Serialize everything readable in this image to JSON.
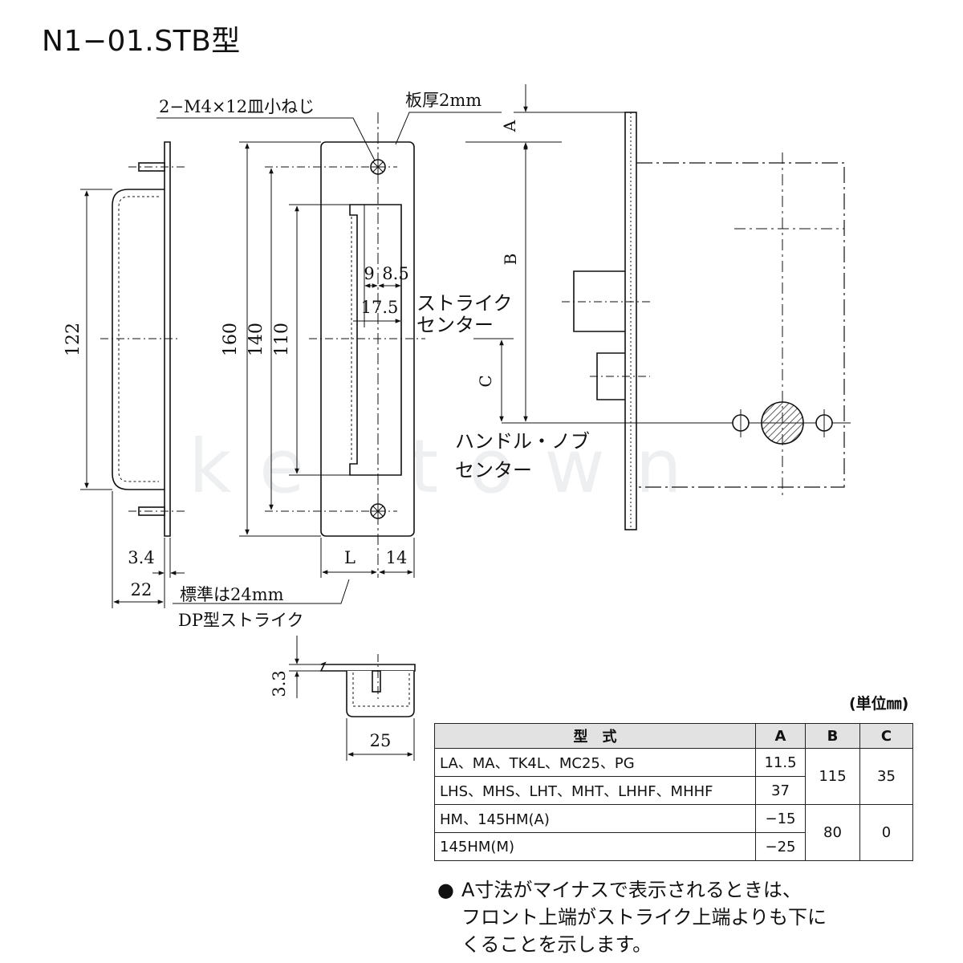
{
  "title": "N1−01.STB型",
  "watermark": "keytown",
  "labels": {
    "screw": "2−M4×12皿小ねじ",
    "plate": "板厚2mm",
    "strike_center_1": "ストライク",
    "strike_center_2": "センター",
    "handle_center_1": "ハンドル・ノブ",
    "handle_center_2": "センター",
    "standard": "標準は24mm",
    "dp_strike": "DP型ストライク",
    "dim_A": "A",
    "dim_B": "B",
    "dim_C": "C",
    "dim_L": "L"
  },
  "dims": {
    "d122": "122",
    "d160": "160",
    "d140": "140",
    "d110": "110",
    "d9": "9",
    "d85": "8.5",
    "d175": "17.5",
    "d34": "3.4",
    "d22": "22",
    "d14": "14",
    "d33": "3.3",
    "d25": "25"
  },
  "unit": "(単位㎜)",
  "table": {
    "headers": [
      "型　式",
      "A",
      "B",
      "C"
    ],
    "rows": [
      {
        "model": "LA、MA、TK4L、MC25、PG",
        "a": "11.5"
      },
      {
        "model": "LHS、MHS、LHT、MHT、LHHF、MHHF",
        "a": "37"
      },
      {
        "model": "HM、145HM(A)",
        "a": "−15"
      },
      {
        "model": "145HM(M)",
        "a": "−25"
      }
    ],
    "group1": {
      "b": "115",
      "c": "35"
    },
    "group2": {
      "b": "80",
      "c": "0"
    }
  },
  "note": {
    "bullet": "●",
    "line1": "A寸法がマイナスで表示されるときは、",
    "line2": "フロント上端がストライク上端よりも下に",
    "line3": "くることを示します。"
  }
}
